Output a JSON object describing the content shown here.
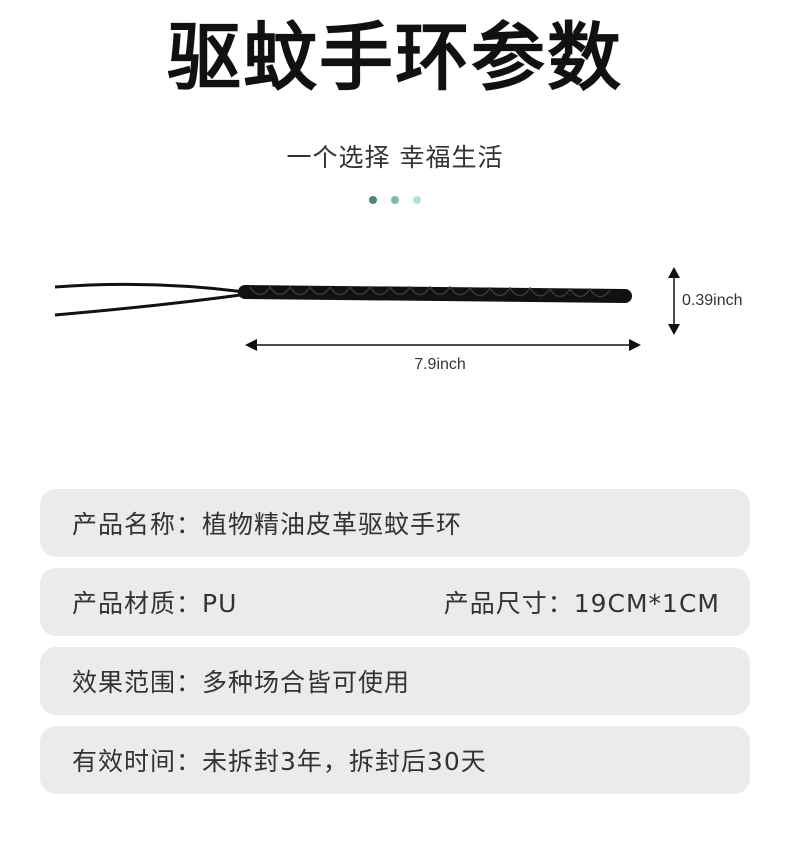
{
  "header": {
    "title": "驱蚊手环参数",
    "subtitle": "一个选择 幸福生活",
    "dot_colors": [
      "#4a8a68",
      "#7cbf9c",
      "#b5e3cb"
    ]
  },
  "product": {
    "height_label": "0.39inch",
    "length_label": "7.9inch"
  },
  "specs": {
    "name_row": "产品名称：植物精油皮革驱蚊手环",
    "material_row": "产品材质：PU",
    "size_row": "产品尺寸：19CM*1CM",
    "effect_row": "效果范围：多种场合皆可使用",
    "validity_row": "有效时间：未拆封3年，拆封后30天"
  }
}
